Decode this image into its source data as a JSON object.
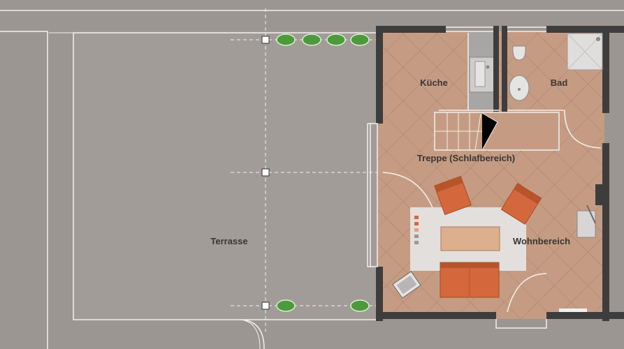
{
  "rooms": {
    "kitchen": "Küche",
    "bath": "Bad",
    "stairs": "Treppe (Schlafbereich)",
    "living": "Wohnbereich",
    "terrace": "Terrasse"
  },
  "colors": {
    "background": "#9b9692",
    "terrace": "#a19c98",
    "outline": "#f2f0ee",
    "wall": "#3d3d3d",
    "floor": "#c59c83",
    "rug": "#e3dfdc",
    "furniture": "#d4683c",
    "table": "#dcb08f",
    "plant": "#4c9a3c"
  }
}
